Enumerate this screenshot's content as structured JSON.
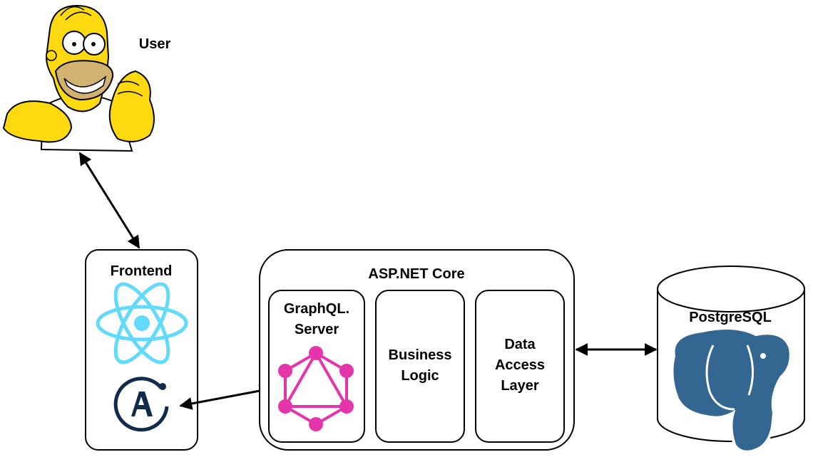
{
  "labels": {
    "user": "User",
    "frontend": "Frontend",
    "aspnet": "ASP.NET Core",
    "graphql": "GraphQL.\nServer",
    "business": "Business\nLogic",
    "dal": "Data\nAccess\nLayer",
    "postgres": "PostgreSQL"
  },
  "colors": {
    "react": "#61DAFB",
    "apollo": "#112B49",
    "graphql": "#E535AB",
    "postgres_blue": "#336791",
    "homer_yellow": "#FED90F",
    "stroke": "#000000"
  },
  "icons": {
    "user_avatar": "homer-simpson-illustration",
    "react_logo": "react-icon",
    "apollo_logo": "apollo-icon",
    "graphql_logo": "graphql-icon",
    "postgres_logo": "postgresql-elephant-icon"
  }
}
